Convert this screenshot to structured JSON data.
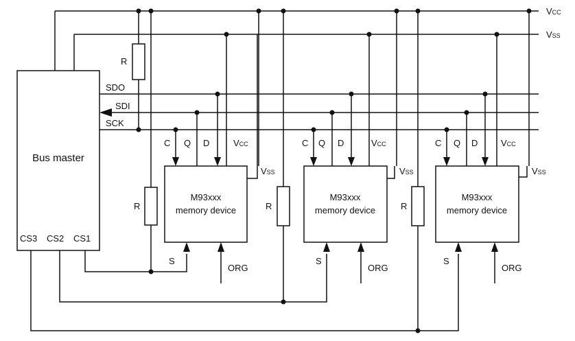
{
  "rails": {
    "vcc": {
      "main": "V",
      "sub": "CC"
    },
    "vss": {
      "main": "V",
      "sub": "SS"
    }
  },
  "bus_lines": {
    "sdo": "SDO",
    "sdi": "SDI",
    "sck": "SCK"
  },
  "bus_master": {
    "label": "Bus master",
    "cs3": "CS3",
    "cs2": "CS2",
    "cs1": "CS1"
  },
  "resistor_label": "R",
  "devices": [
    {
      "line1": "M93xxx",
      "line2": "memory device",
      "c": "C",
      "q": "Q",
      "d": "D",
      "s": "S",
      "org": "ORG",
      "vcc_main": "V",
      "vcc_sub": "CC",
      "vss_main": "V",
      "vss_sub": "SS"
    },
    {
      "line1": "M93xxx",
      "line2": "memory device",
      "c": "C",
      "q": "Q",
      "d": "D",
      "s": "S",
      "org": "ORG",
      "vcc_main": "V",
      "vcc_sub": "CC",
      "vss_main": "V",
      "vss_sub": "SS"
    },
    {
      "line1": "M93xxx",
      "line2": "memory device",
      "c": "C",
      "q": "Q",
      "d": "D",
      "s": "S",
      "org": "ORG",
      "vcc_main": "V",
      "vcc_sub": "CC",
      "vss_main": "V",
      "vss_sub": "SS"
    }
  ]
}
